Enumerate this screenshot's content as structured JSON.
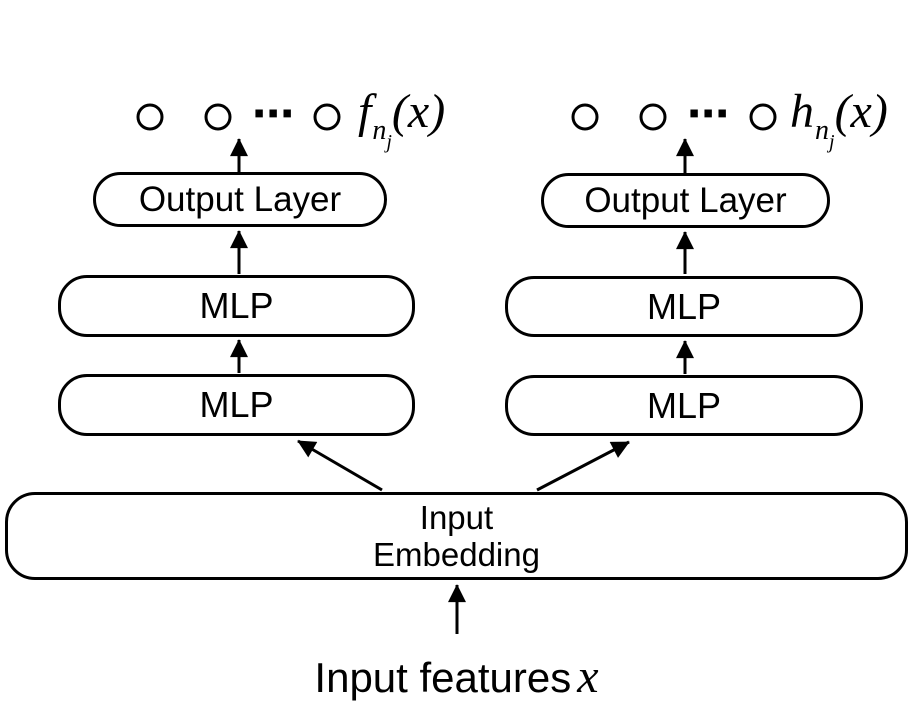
{
  "colors": {
    "ink": "#000000",
    "background": "#ffffff"
  },
  "left_branch": {
    "ellipsis": "⋯",
    "math_label": {
      "func": "f",
      "sub": "n",
      "subsub": "j",
      "args": "(x)"
    },
    "output_layer_label": "Output Layer",
    "mlp_upper_label": "MLP",
    "mlp_lower_label": "MLP"
  },
  "right_branch": {
    "ellipsis": "⋯",
    "math_label": {
      "func": "h",
      "sub": "n",
      "subsub": "j",
      "args": "(x)"
    },
    "output_layer_label": "Output Layer",
    "mlp_upper_label": "MLP",
    "mlp_lower_label": "MLP"
  },
  "input_embedding": {
    "line1": "Input",
    "line2": "Embedding"
  },
  "caption": {
    "prefix": "Input features",
    "variable": "x"
  }
}
